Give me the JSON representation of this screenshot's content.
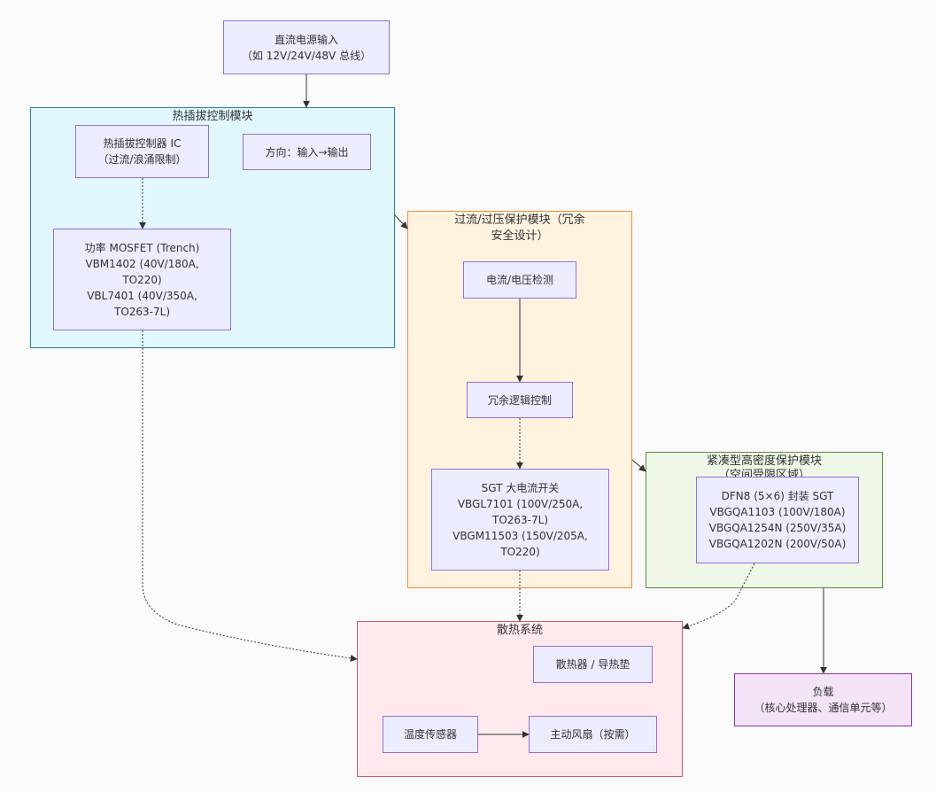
{
  "colors": {
    "node_fill": "#ececff",
    "node_border": "#9370db",
    "hotswap_fill": "#e0f7ff",
    "hotswap_border": "#2e7d9a",
    "protect_fill": "#fff2df",
    "protect_border": "#f08c3a",
    "compact_fill": "#eff7e6",
    "compact_border": "#5b8c3a",
    "thermal_fill": "#ffe9ec",
    "thermal_border": "#d9556a",
    "load_fill": "#f2e3f7",
    "load_border": "#8a3c9e",
    "edge": "#333333"
  },
  "nodes": {
    "dc_input": {
      "line1": "直流电源输入",
      "line2": "（如 12V/24V/48V 总线）"
    },
    "hotswap_ic": {
      "line1": "热插拔控制器 IC",
      "line2": "（过流/浪涌限制）"
    },
    "direction": {
      "line1": "方向：输入→输出"
    },
    "mosfet": {
      "line1": "功率 MOSFET (Trench)",
      "line2": "VBM1402 (40V/180A,",
      "line3": "TO220)",
      "line4": "VBL7401 (40V/350A,",
      "line5": "TO263-7L)"
    },
    "detect": {
      "line1": "电流/电压检测"
    },
    "redundant": {
      "line1": "冗余逻辑控制"
    },
    "sgt_switch": {
      "line1": "SGT 大电流开关",
      "line2": "VBGL7101 (100V/250A,",
      "line3": "TO263-7L)",
      "line4": "VBGM11503 (150V/205A,",
      "line5": "TO220)"
    },
    "dfn8": {
      "line1": "DFN8 (5×6) 封装 SGT",
      "line2": "VBGQA1103 (100V/180A)",
      "line3": "VBGQA1254N (250V/35A)",
      "line4": "VBGQA1202N (200V/50A)"
    },
    "heatsink": {
      "line1": "散热器 / 导热垫"
    },
    "temp_sensor": {
      "line1": "温度传感器"
    },
    "fan": {
      "line1": "主动风扇（按需）"
    },
    "load": {
      "line1": "负载",
      "line2": "（核心处理器、通信单元等）"
    }
  },
  "groups": {
    "hotswap": {
      "title": "热插拔控制模块"
    },
    "protection": {
      "title_line1": "过流/过压保护模块（冗余",
      "title_line2": "安全设计）"
    },
    "compact": {
      "title_line1": "紧凑型高密度保护模块",
      "title_line2": "（空间受限区域）"
    },
    "thermal": {
      "title": "散热系统"
    }
  }
}
